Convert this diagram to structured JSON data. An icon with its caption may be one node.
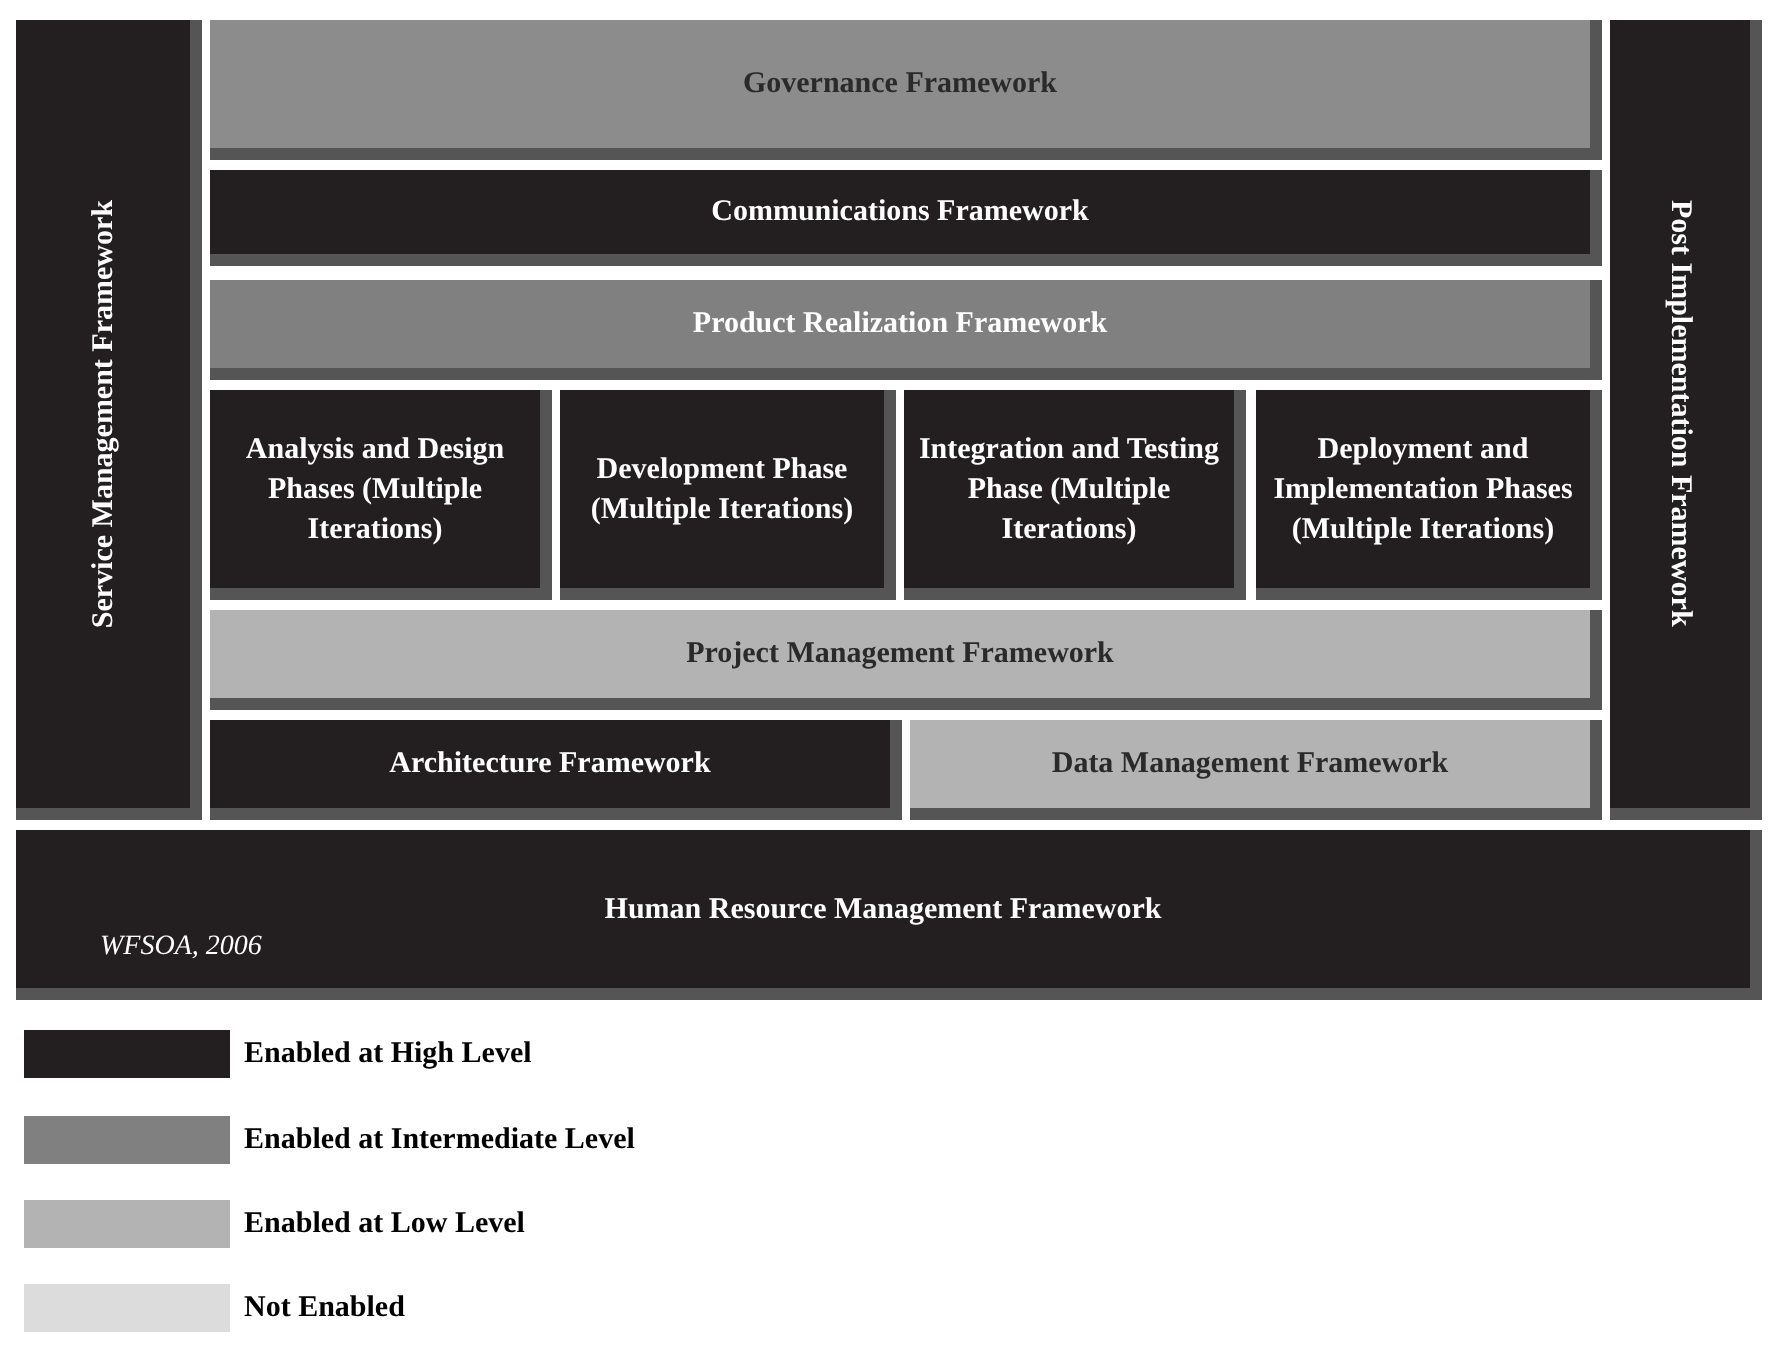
{
  "diagram": {
    "nodes": [
      {
        "text": [
          "Service Management Framework"
        ]
      },
      {
        "text": [
          "Governance Framework"
        ]
      },
      {
        "text": [
          "Communications Framework"
        ]
      },
      {
        "text": [
          "Product Realization Framework"
        ]
      },
      {
        "text": [
          "Analysis and Design Phases (Multiple Iterations)"
        ]
      },
      {
        "text": [
          "Development Phase (Multiple Iterations)"
        ]
      },
      {
        "text": [
          "Integration and Testing Phase (Multiple Iterations)"
        ]
      },
      {
        "text": [
          "Deployment and Implementation Phases (Multiple Iterations)"
        ]
      },
      {
        "text": [
          "Project Management Framework"
        ]
      },
      {
        "text": [
          "Architecture Framework"
        ]
      },
      {
        "text": [
          "Data Management Framework"
        ]
      },
      {
        "text": [
          "Post Implementation Framework"
        ]
      },
      {
        "text": [
          "Human Resource Management Framework",
          "WFSOA, 2006"
        ]
      }
    ],
    "legend": [
      {
        "text": "Enabled at High Level",
        "color": "#231f20"
      },
      {
        "text": "Enabled at Intermediate Level",
        "color": "#808080"
      },
      {
        "text": "Enabled at Low Level",
        "color": "#b3b3b3"
      },
      {
        "text": "Not Enabled",
        "color": "#dcdcdc"
      }
    ]
  }
}
